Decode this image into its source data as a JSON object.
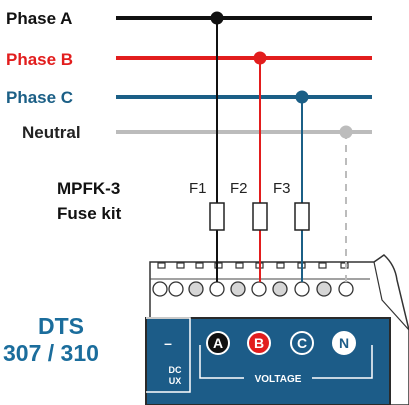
{
  "phases": {
    "a": {
      "label": "Phase A",
      "color": "#111111"
    },
    "b": {
      "label": "Phase B",
      "color": "#e21d1d"
    },
    "c": {
      "label": "Phase C",
      "color": "#1b5f86"
    },
    "n": {
      "label": "Neutral",
      "color": "#bcbcbc"
    }
  },
  "fuse_kit": {
    "line1": "MPFK-3",
    "line2": "Fuse kit",
    "fuses": [
      "F1",
      "F2",
      "F3"
    ]
  },
  "device": {
    "name_line1": "DTS",
    "name_line2": "307 / 310",
    "name_color": "#1b6d9c",
    "panel_color": "#1c5c88"
  },
  "terminals": {
    "a": "A",
    "b": "B",
    "c": "C",
    "n": "N"
  },
  "panel_labels": {
    "dc_line1": "DC",
    "dc_line2": "UX",
    "voltage": "VOLTAGE",
    "minus": "–"
  }
}
